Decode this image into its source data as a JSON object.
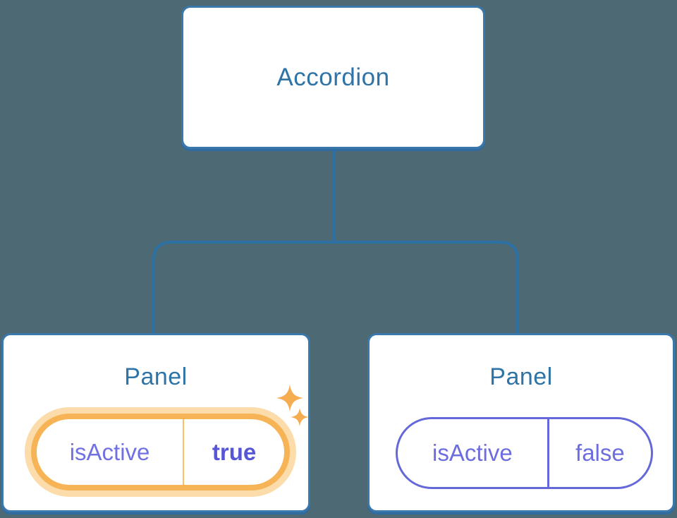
{
  "diagram": {
    "description": "Component tree showing an Accordion parent with two Panel children, each holding isActive state; first panel state is highlighted",
    "root": {
      "label": "Accordion"
    },
    "panels": [
      {
        "title": "Panel",
        "pill": {
          "key": "isActive",
          "value": "true"
        },
        "highlighted": true,
        "sparkles": 2
      },
      {
        "title": "Panel",
        "pill": {
          "key": "isActive",
          "value": "false"
        },
        "highlighted": false,
        "sparkles": 0
      }
    ]
  },
  "colors": {
    "background": "#4d6974",
    "node_fill": "#ffffff",
    "node_border": "#3a78ac",
    "node_shadow": "#2f6ba0",
    "node_text": "#2e74a7",
    "connector": "#2c70a4",
    "state_border_inactive": "#6468d8",
    "state_text": "#6d6de0",
    "state_value_active": "#5656d6",
    "highlight_orange": "#f7b457",
    "highlight_glow": "#fbdcaa",
    "sparkle": "#f5ad50"
  }
}
